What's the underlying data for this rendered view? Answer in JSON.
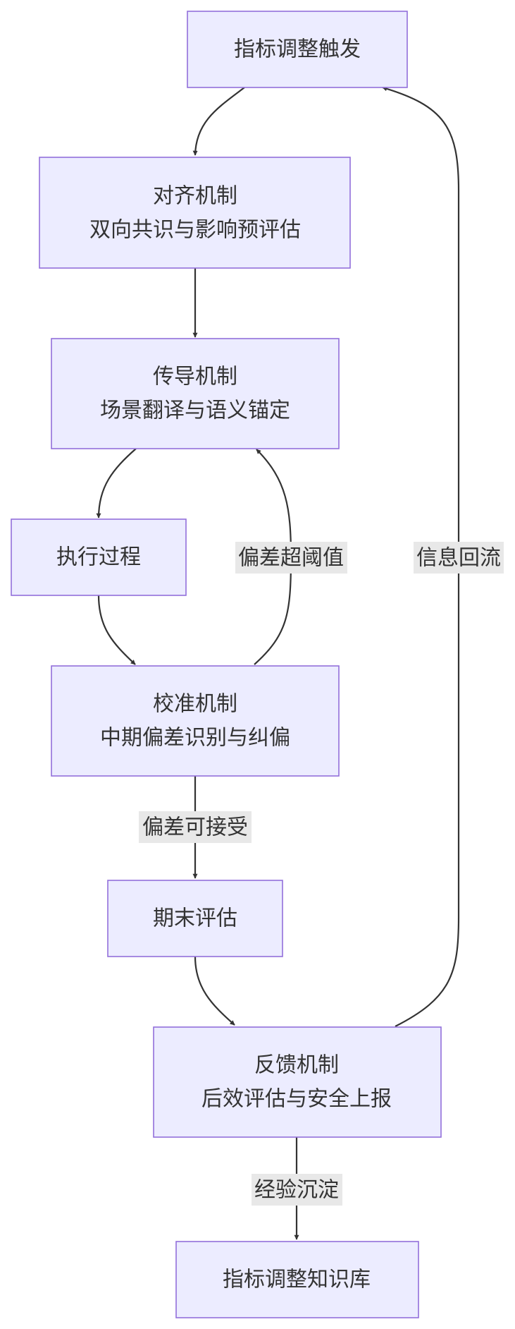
{
  "nodes": {
    "trigger": {
      "lines": [
        "指标调整触发"
      ]
    },
    "alignment": {
      "lines": [
        "对齐机制",
        "双向共识与影响预评估"
      ]
    },
    "transmission": {
      "lines": [
        "传导机制",
        "场景翻译与语义锚定"
      ]
    },
    "execution": {
      "lines": [
        "执行过程"
      ]
    },
    "calibration": {
      "lines": [
        "校准机制",
        "中期偏差识别与纠偏"
      ]
    },
    "final_eval": {
      "lines": [
        "期末评估"
      ]
    },
    "feedback": {
      "lines": [
        "反馈机制",
        "后效评估与安全上报"
      ]
    },
    "knowledge": {
      "lines": [
        "指标调整知识库"
      ]
    }
  },
  "edge_labels": {
    "deviation_over": "偏差超阈值",
    "deviation_ok": "偏差可接受",
    "experience": "经验沉淀",
    "info_return": "信息回流"
  }
}
